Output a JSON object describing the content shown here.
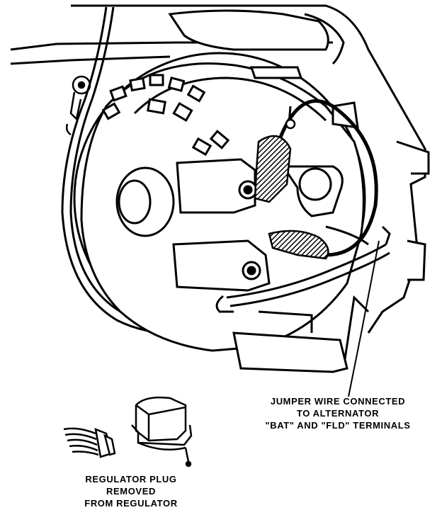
{
  "callouts": {
    "jumper": {
      "line1": "JUMPER WIRE CONNECTED",
      "line2": "TO ALTERNATOR",
      "line3": "\"BAT\" AND \"FLD\" TERMINALS"
    },
    "plug": {
      "line1": "REGULATOR PLUG",
      "line2": "REMOVED",
      "line3": "FROM REGULATOR"
    }
  },
  "colors": {
    "ink": "#000000",
    "paper": "#ffffff",
    "jumper_hatch": "#3a3a3a"
  },
  "icons": {
    "alternator": "alternator-illustration",
    "regulator": "regulator-illustration",
    "plug": "regulator-plug-illustration"
  }
}
